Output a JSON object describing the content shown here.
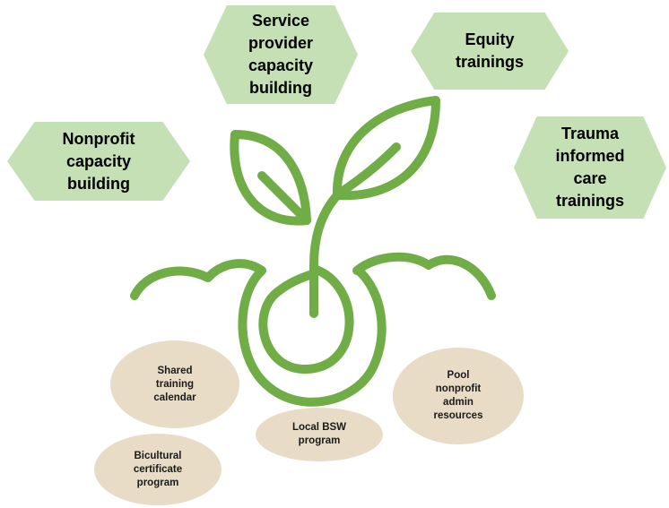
{
  "colors": {
    "sprout_stroke": "#70ad47",
    "hexagon_fill": "#c5e0b4",
    "oval_fill": "#e8dcc6"
  },
  "icon": "sprout-seedling-icon",
  "hexagons": {
    "service_provider": "Service\nprovider\ncapacity\nbuilding",
    "equity": "Equity\ntrainings",
    "nonprofit": "Nonprofit\ncapacity\nbuilding",
    "trauma": "Trauma\ninformed\ncare\ntrainings"
  },
  "ovals": {
    "shared_calendar": "Shared\ntraining\ncalendar",
    "pool_resources": "Pool\nnonprofit\nadmin\nresources",
    "local_bsw": "Local BSW\nprogram",
    "bicultural": "Bicultural\ncertificate\nprogram"
  }
}
